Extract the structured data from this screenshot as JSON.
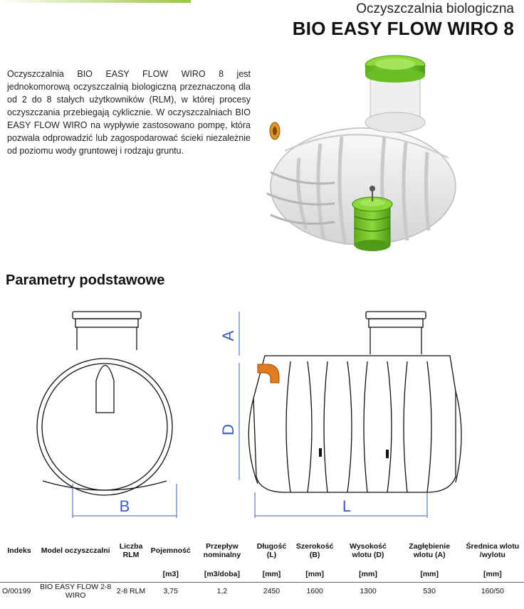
{
  "header": {
    "subtitle": "Oczyszczalnia biologiczna",
    "title": "BIO EASY FLOW WIRO 8"
  },
  "description": "Oczyszczalnia BIO EASY FLOW WIRO 8 jest jednokomorową oczyszczalnią biologiczną przeznaczoną dla od 2 do 8 stałych użytkowników (RLM), w której procesy oczyszczania przebiegają cyklicznie. W oczyszczalniach BIO EASY FLOW WIRO na wypływie zastosowano pompę, która pozwala odprowadzić lub zagospodarować ścieki niezależnie od poziomu wody gruntowej i rodzaju gruntu.",
  "section_title": "Parametry podstawowe",
  "drawing_labels": {
    "a": "A",
    "b": "B",
    "d": "D",
    "l": "L"
  },
  "colors": {
    "accent_green": "#7cc52b",
    "inlet_orange": "#e07b1f"
  },
  "table": {
    "headers": [
      "Indeks",
      "Model oczyszczalni",
      "Liczba RLM",
      "Pojemność",
      "Przepływ nominalny",
      "Długość (L)",
      "Szerokość (B)",
      "Wysokość wlotu (D)",
      "Zagłębienie wlotu (A)",
      "Średnica wlotu /wylotu"
    ],
    "units": [
      "",
      "",
      "",
      "[m3]",
      "[m3/doba]",
      "[mm]",
      "[mm]",
      "[mm]",
      "[mm]",
      "[mm]"
    ],
    "rows": [
      [
        "O/00199",
        "BIO EASY FLOW 2-8 WIRO",
        "2-8 RLM",
        "3,75",
        "1,2",
        "2450",
        "1600",
        "1300",
        "530",
        "160/50"
      ]
    ]
  }
}
